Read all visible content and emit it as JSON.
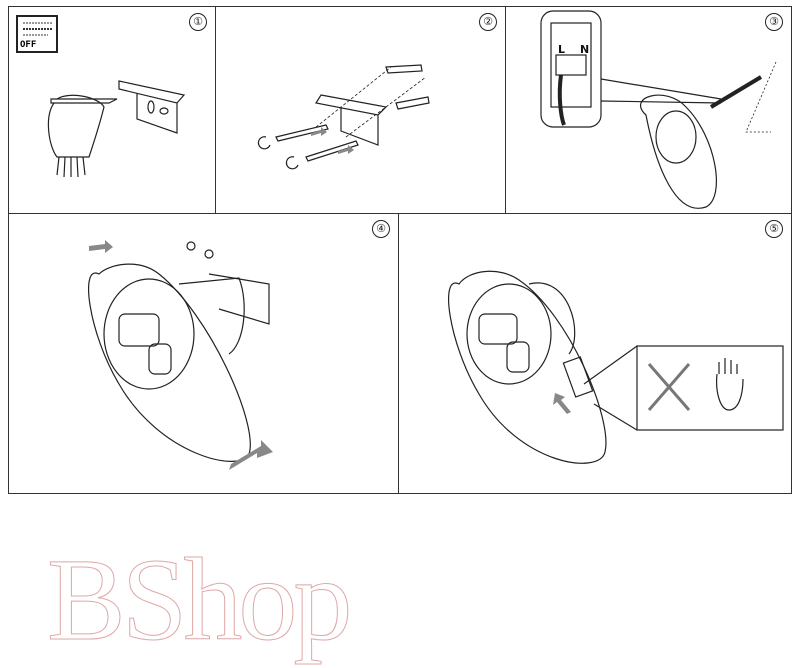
{
  "steps": [
    {
      "number": "①",
      "description_icon": "off-switch-icon"
    },
    {
      "number": "②"
    },
    {
      "number": "③"
    },
    {
      "number": "④"
    },
    {
      "number": "⑤"
    }
  ],
  "off_label": "OFF",
  "terminal_labels": {
    "live": "L",
    "neutral": "N"
  },
  "watermark": "BShop",
  "colors": {
    "line": "#222222",
    "arrow": "#777777",
    "watermark": "#d67878"
  }
}
